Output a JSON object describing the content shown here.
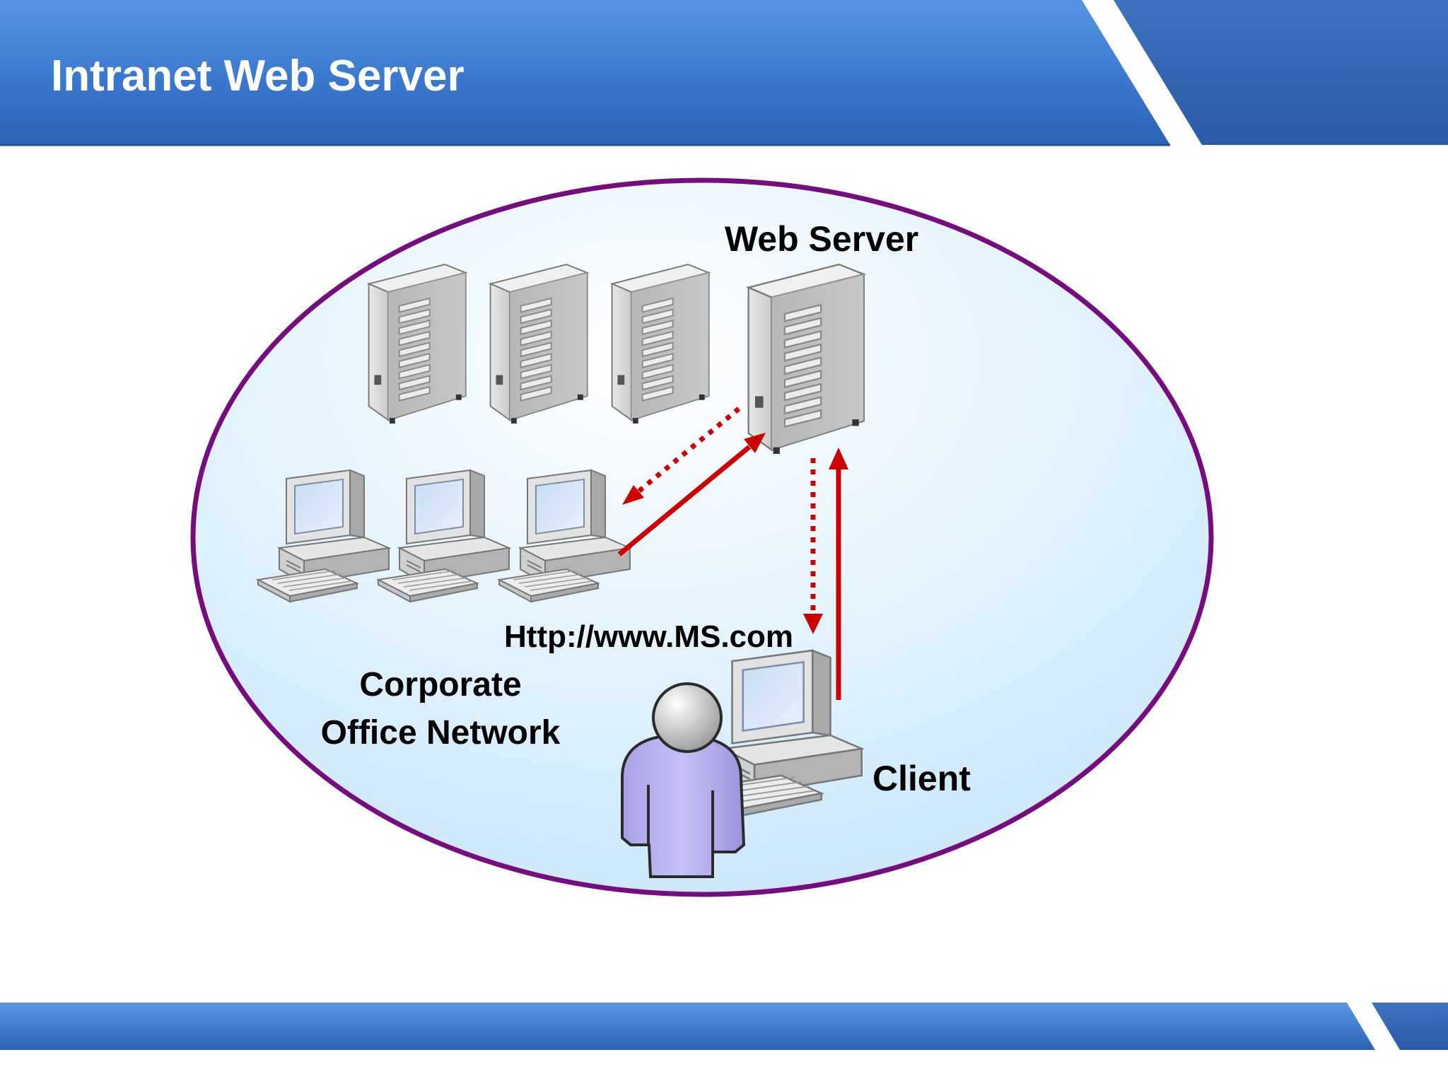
{
  "slide": {
    "title": "Intranet Web Server"
  },
  "diagram": {
    "web_server_label": "Web Server",
    "url_label": "Http://www.MS.com",
    "network_label_line1": "Corporate",
    "network_label_line2": "Office Network",
    "client_label": "Client"
  },
  "colors": {
    "header_blue": "#3f7fd4",
    "header_dark": "#2a5fa8",
    "ellipse_border": "#760d7f",
    "ellipse_fill": "#d4ecfb",
    "arrow_red": "#cc0000",
    "person_fill": "#b9b3f0"
  },
  "icons": {
    "server": "server-tower-icon",
    "workstation": "desktop-computer-icon",
    "user": "person-icon"
  }
}
